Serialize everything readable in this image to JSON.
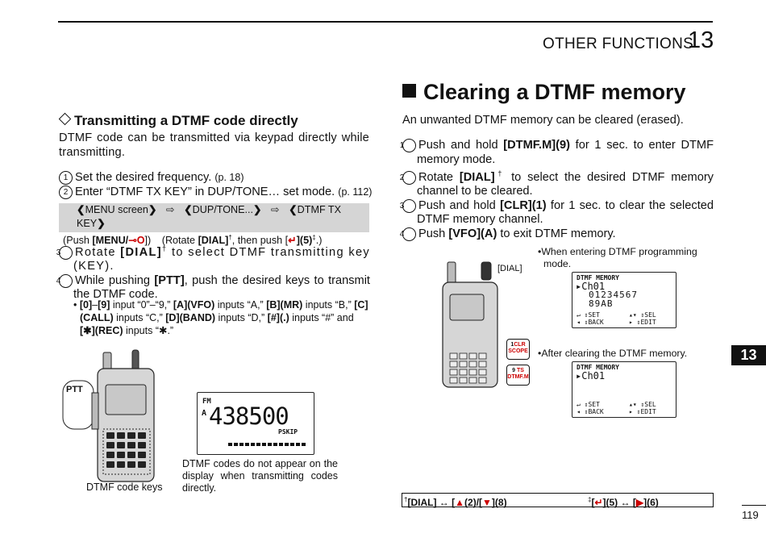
{
  "header": {
    "section": "OTHER FUNCTIONS",
    "number": "13"
  },
  "heading_main": "Clearing a DTMF memory",
  "intro": "An unwanted DTMF memory can be cleared (erased).",
  "right_steps": [
    {
      "n": "1",
      "pre": "Push and hold ",
      "key": "[DTMF.M](9)",
      "post": " for 1 sec. to enter DTMF memory mode."
    },
    {
      "n": "2",
      "pre": "Rotate ",
      "key": "[DIAL]",
      "sup": "†",
      "post": " to select the desired DTMF memory channel to be cleared."
    },
    {
      "n": "3",
      "pre": "Push and hold ",
      "key": "[CLR](1)",
      "post": " for 1 sec. to clear the selected DTMF memory channel."
    },
    {
      "n": "4",
      "pre": "Push ",
      "key": "[VFO](A)",
      "post": " to exit DTMF memory."
    }
  ],
  "sub_heading": "Transmitting a DTMF code directly",
  "sub_intro": "DTMF code can be transmitted via keypad directly while transmitting.",
  "left_steps": [
    {
      "n": "1",
      "text": "Set the desired frequency.",
      "ref": "(p. 18)"
    },
    {
      "n": "2",
      "text": "Enter “DTMF TX KEY” in DUP/TONE… set mode.",
      "ref": "(p. 112)"
    }
  ],
  "menu_path": {
    "line1": [
      "MENU screen",
      "DUP/TONE...",
      "DTMF TX KEY"
    ],
    "push_pre": "(Push ",
    "push_key": "[MENU/",
    "push_post": "])",
    "rotate_pre": "(Rotate ",
    "rotate_key": "[DIAL]",
    "rotate_sup": "†",
    "rotate_mid": ", then push [",
    "rotate_key2": "](5)",
    "rotate_sup2": "‡",
    "rotate_end": ".)"
  },
  "left_steps2": [
    {
      "n": "3",
      "pre": "Rotate ",
      "key": "[DIAL]",
      "sup": "†",
      "post": " to select DTMF transmitting key (KEY)."
    },
    {
      "n": "4",
      "pre": "While pushing ",
      "key": "[PTT]",
      "post": ", push the desired keys to transmit the DTMF code."
    }
  ],
  "bullet": {
    "k1": "[0]",
    "t1": "–",
    "k2": "[9]",
    "t2": " input “0”–“9,” ",
    "k3": "[A](VFO)",
    "t3": " inputs “A,” ",
    "k4": "[B](MR)",
    "t4": " inputs “B,” ",
    "k5": "[C](CALL)",
    "t5": " inputs “C,” ",
    "k6": "[D](BAND)",
    "t6": " inputs “D,” ",
    "k7": "[#](.)",
    "t7": " inputs “#” and ",
    "k8": "[✱](REC)",
    "t8": " inputs “✱.”"
  },
  "radio_labels": {
    "ptt": "PTT",
    "dtmf_keys": "DTMF code keys",
    "dial": "[DIAL]"
  },
  "lcd_main": {
    "fm": "FM",
    "a": "A",
    "freq": "438500",
    "pskip": "PSKIP"
  },
  "lcd_caption": "DTMF codes do not appear on the display when transmitting codes directly.",
  "key_buttons": {
    "clr_num": "1",
    "clr_top": "CLR",
    "clr_bot": "SCOPE",
    "dtmf_num": "9",
    "dtmf_top": "TS",
    "dtmf_bot": "DTMF.M"
  },
  "notes": {
    "note1": "When entering DTMF programming mode.",
    "note2": "After clearing the DTMF memory."
  },
  "lcd_mem1": {
    "title": "DTMF MEMORY",
    "ch": "Ch01",
    "code1": "01234567",
    "code2": "89AB",
    "set": "SET",
    "sel": "SEL",
    "back": "BACK",
    "edit": "EDIT"
  },
  "lcd_mem2": {
    "title": "DTMF MEMORY",
    "ch": "Ch01",
    "set": "SET",
    "sel": "SEL",
    "back": "BACK",
    "edit": "EDIT"
  },
  "side_tab": "13",
  "footnote": {
    "dag": "†",
    "dial": "[DIAL]",
    "arrow": "↔",
    "a1": "(2)/[",
    "a2": "](8)",
    "ddag": "‡",
    "e1": "](5)",
    "e2": "](6)"
  },
  "page_number": "119"
}
